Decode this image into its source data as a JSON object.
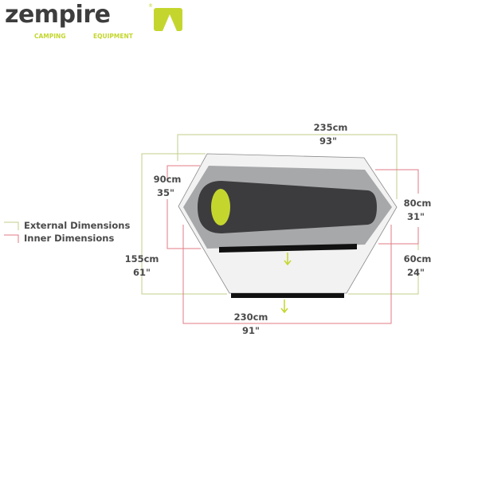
{
  "logo": {
    "name": "zempire",
    "tagline_left": "CAMPING",
    "tagline_right": "EQUIPMENT",
    "registered": "®"
  },
  "legend": [
    {
      "label": "External Dimensions",
      "color": "#c2cf8a"
    },
    {
      "label": "Inner Dimensions",
      "color": "#e07b84"
    }
  ],
  "dimensions": {
    "external_length": {
      "cm": "235cm",
      "in": "93\""
    },
    "external_width": {
      "cm": "155cm",
      "in": "61\""
    },
    "inner_head_width": {
      "cm": "90cm",
      "in": "35\""
    },
    "inner_foot_width": {
      "cm": "80cm",
      "in": "31\""
    },
    "vestibule_depth": {
      "cm": "60cm",
      "in": "24\""
    },
    "inner_length": {
      "cm": "230cm",
      "in": "91\""
    }
  },
  "colors": {
    "accent": "#c4d62e",
    "dark": "#3d3d3d",
    "outer_fill": "#f2f2f2",
    "inner_fill": "#a7a8aa",
    "bag": "#3c3c3e"
  }
}
